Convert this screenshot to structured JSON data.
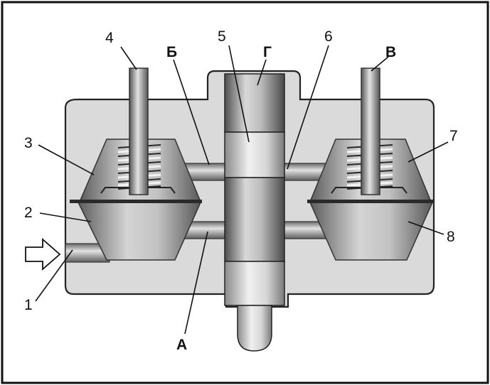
{
  "labels": {
    "n1": "1",
    "n2": "2",
    "n3": "3",
    "n4": "4",
    "n5": "5",
    "n6": "6",
    "n7": "7",
    "n8": "8",
    "A": "А",
    "B": "Б",
    "V": "В",
    "G": "Г"
  },
  "colors": {
    "frame": "#111111",
    "body_fill": "#dcdcdc",
    "metal_light": "#e6e6e6",
    "metal_mid": "#a8a8a8",
    "metal_dark": "#5a5a5a"
  }
}
